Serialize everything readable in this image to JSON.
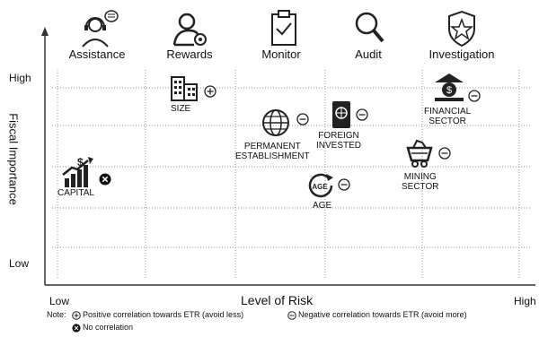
{
  "columns": [
    {
      "label": "Assistance",
      "icon": "headset-agent-icon"
    },
    {
      "label": "Rewards",
      "icon": "person-gear-icon"
    },
    {
      "label": "Monitor",
      "icon": "clipboard-check-icon"
    },
    {
      "label": "Audit",
      "icon": "magnifier-icon"
    },
    {
      "label": "Investigation",
      "icon": "shield-star-icon"
    }
  ],
  "y_axis": {
    "title": "Fiscal Importance",
    "high": "High",
    "low": "Low"
  },
  "x_axis": {
    "title": "Level of Risk",
    "low": "Low",
    "high": "High"
  },
  "items": [
    {
      "label": "SIZE",
      "icon": "building-icon",
      "sign": "plus"
    },
    {
      "label": "PERMANENT\nESTABLISHMENT",
      "icon": "globe-icon",
      "sign": "minus"
    },
    {
      "label": "FOREIGN\nINVESTED",
      "icon": "passport-icon",
      "sign": "minus"
    },
    {
      "label": "FINANCIAL\nSECTOR",
      "icon": "bank-dollar-icon",
      "sign": "minus"
    },
    {
      "label": "MINING\nSECTOR",
      "icon": "mine-cart-icon",
      "sign": "minus"
    },
    {
      "label": "CAPITAL",
      "icon": "growth-chart-icon",
      "sign": "none"
    },
    {
      "label": "AGE",
      "icon": "age-badge-icon",
      "sign": "minus"
    }
  ],
  "note": {
    "prefix": "Note:",
    "positive": "Positive correlation towards ETR (avoid less)",
    "negative": "Negative correlation towards ETR (avoid more)",
    "none": "No correlation"
  },
  "colors": {
    "line": "#333333",
    "grid": "#9a9a9a",
    "sign_none": "#111111"
  }
}
